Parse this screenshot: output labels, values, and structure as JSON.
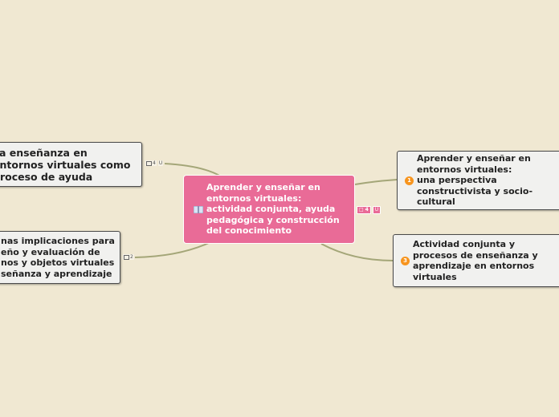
{
  "central": {
    "title": "Aprender y enseñar en entornos virtuales: actividad conjunta, ayuda pedagógica y construcción del conocimiento",
    "icon": "book-icon",
    "badge_count": "4",
    "color": "#e96b97"
  },
  "nodes": [
    {
      "id": "left-top",
      "text": "La enseñanza en entornos virtuales como proceso de ayuda",
      "badge_count": "4"
    },
    {
      "id": "left-bottom",
      "text": "Algunas implicaciones para el diseño y evaluación de entornos y objetos virtuales de enseñanza y aprendizaje",
      "visible_text": "nas implicaciones para eño y evaluación de nos y objetos virtuales señanza y aprendizaje",
      "badge_count": "2"
    },
    {
      "id": "right-top",
      "number": "1",
      "text": "Aprender y enseñar en entornos virtuales: una perspectiva constructivista y socio-cultural"
    },
    {
      "id": "right-bottom",
      "number": "3",
      "text": "Actividad conjunta y procesos de enseñanza y aprendizaje en entornos virtuales"
    }
  ],
  "colors": {
    "background": "#f0e8d2",
    "link": "#a4a678",
    "node_bg": "#f1f1ef",
    "priority": "#f7941d"
  }
}
